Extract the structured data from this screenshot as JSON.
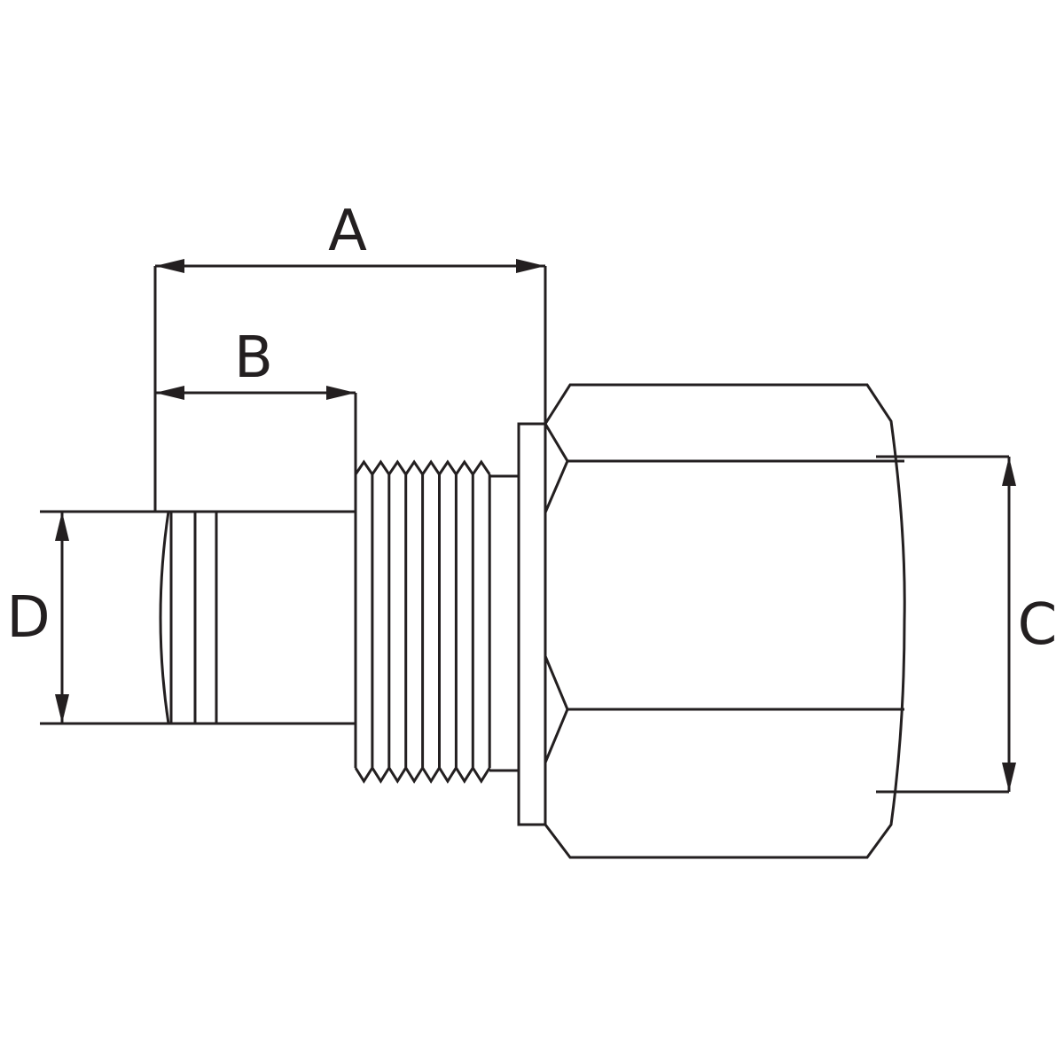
{
  "diagram": {
    "labels": {
      "a": "A",
      "b": "B",
      "c": "C",
      "d": "D"
    },
    "line_color": "#231f20"
  }
}
